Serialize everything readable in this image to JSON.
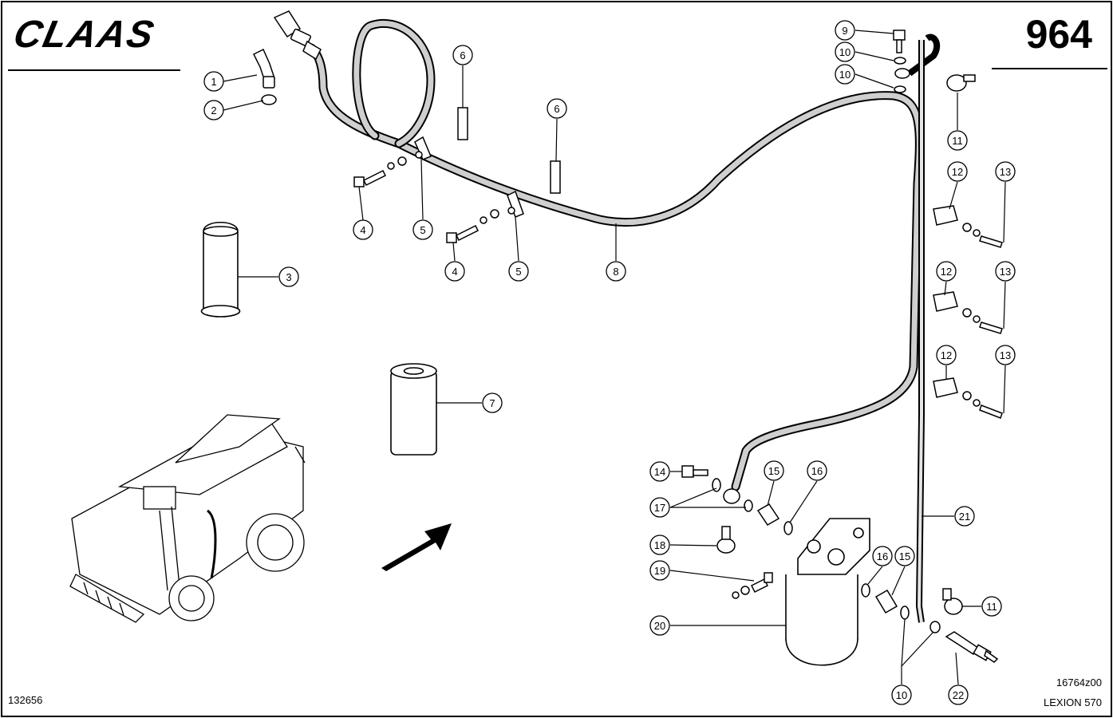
{
  "header": {
    "brand": "CLAAS",
    "page_number": "964"
  },
  "footer": {
    "image_code": "132656",
    "drawing_code": "16764z00",
    "model": "LEXION 570"
  },
  "callouts": {
    "c1": "1",
    "c2": "2",
    "c3": "3",
    "c4a": "4",
    "c4b": "4",
    "c5a": "5",
    "c5b": "5",
    "c6a": "6",
    "c6b": "6",
    "c7": "7",
    "c8": "8",
    "c9": "9",
    "c10a": "10",
    "c10b": "10",
    "c10c": "10",
    "c11a": "11",
    "c11b": "11",
    "c12a": "12",
    "c12b": "12",
    "c12c": "12",
    "c13a": "13",
    "c13b": "13",
    "c13c": "13",
    "c14": "14",
    "c15a": "15",
    "c15b": "15",
    "c16a": "16",
    "c16b": "16",
    "c17": "17",
    "c18": "18",
    "c19": "19",
    "c20": "20",
    "c21": "21",
    "c22": "22"
  },
  "colors": {
    "line": "#000000",
    "background": "#ffffff",
    "hose_fill": "#d8d8d8"
  }
}
